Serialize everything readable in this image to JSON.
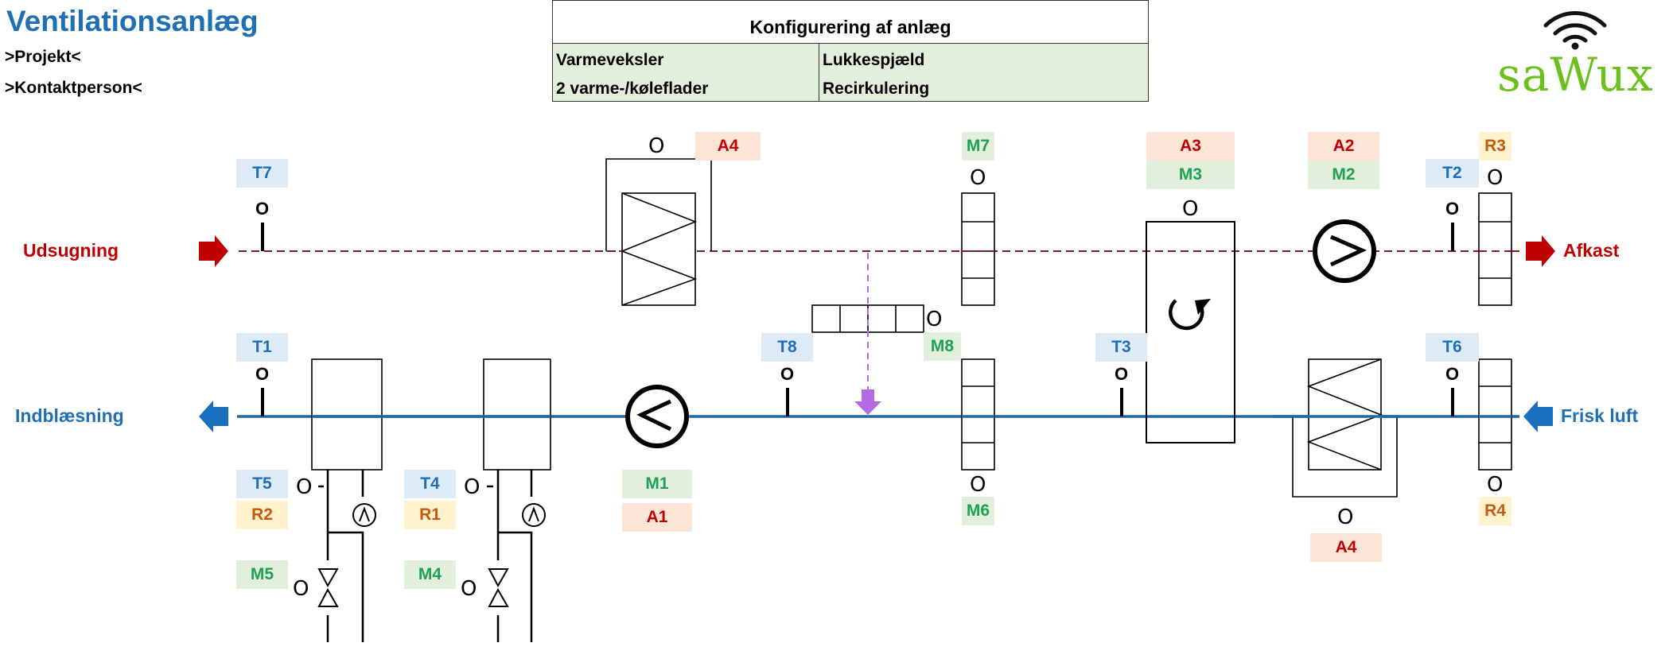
{
  "header": {
    "title": "Ventilationsanlæg",
    "project": ">Projekt<",
    "contact": ">Kontaktperson<"
  },
  "config": {
    "heading": "Konfigurering af anlæg",
    "left": [
      "Varmeveksler",
      "2 varme-/køleflader"
    ],
    "right": [
      "Lukkespjæld",
      "Recirkulering"
    ]
  },
  "logo": {
    "text": "saWux",
    "icon": "wifi-icon"
  },
  "flows": {
    "exhaust_in": "Udsugning",
    "exhaust_out": "Afkast",
    "supply_out": "Indblæsning",
    "fresh_in": "Frisk luft"
  },
  "colors": {
    "exhaust_line": "#7b1f1f",
    "supply_line": "#1f6aa5",
    "recirc_line": "#b36ae2",
    "exhaust_arrow": "#c00000",
    "supply_arrow": "#1a6fbf",
    "logo": "#6ac11b"
  },
  "tags": {
    "T7": "T7",
    "T1": "T1",
    "T8": "T8",
    "T3": "T3",
    "T2": "T2",
    "T6": "T6",
    "T5": "T5",
    "T4": "T4",
    "A4_top": "A4",
    "A4_bottom": "A4",
    "A3": "A3",
    "A2": "A2",
    "A1": "A1",
    "M7": "M7",
    "M3": "M3",
    "M2": "M2",
    "M8": "M8",
    "M1": "M1",
    "M6": "M6",
    "M5": "M5",
    "M4": "M4",
    "R3": "R3",
    "R2": "R2",
    "R1": "R1",
    "R4": "R4"
  },
  "indicator": "O"
}
